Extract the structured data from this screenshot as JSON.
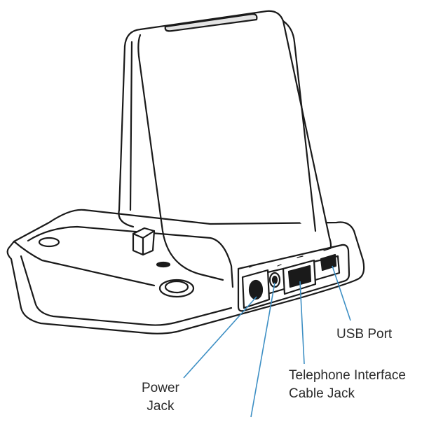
{
  "labels": {
    "usb_port": "USB Port",
    "telephone_line1": "Telephone Interface",
    "telephone_line2": "Cable Jack",
    "power_line1": "Power",
    "power_line2": "Jack"
  },
  "colors": {
    "outline": "#1a1a1a",
    "leader_line": "#3d8fc4",
    "text": "#2b2b2b",
    "shading": "#e4e4e4"
  }
}
